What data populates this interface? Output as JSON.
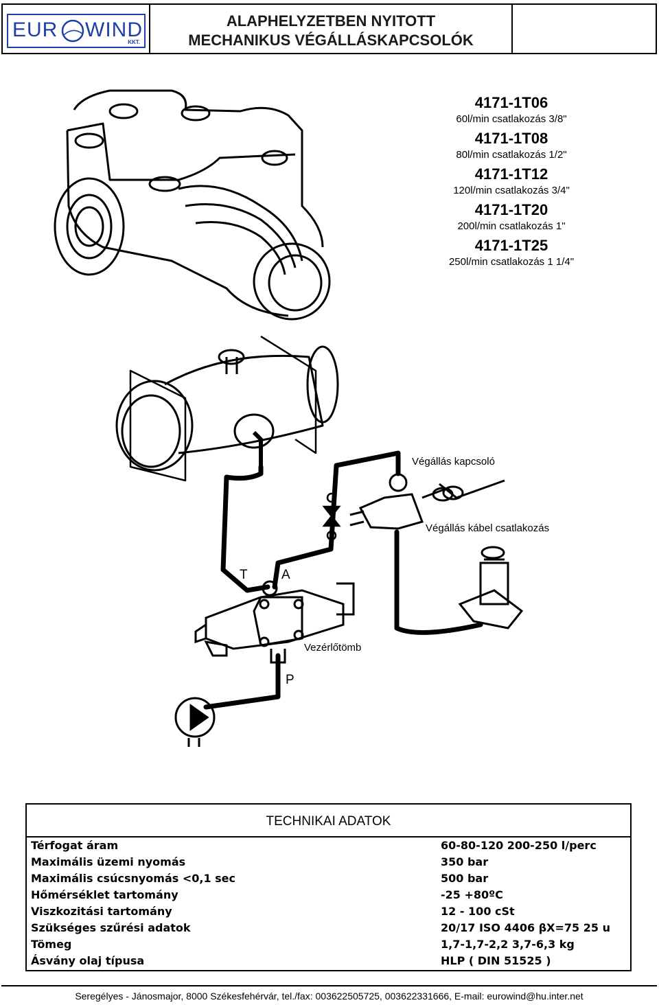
{
  "header": {
    "logo": {
      "left": "EUR",
      "right": "WIND",
      "suffix": "KKT."
    },
    "title_line1": "ALAPHELYZETBEN NYITOTT",
    "title_line2": "MECHANIKUS VÉGÁLLÁSKAPCSOLÓK"
  },
  "models": [
    {
      "code": "4171-1T06",
      "desc": "60l/min csatlakozás 3/8\""
    },
    {
      "code": "4171-1T08",
      "desc": "80l/min csatlakozás 1/2\""
    },
    {
      "code": "4171-1T12",
      "desc": "120l/min csatlakozás 3/4\""
    },
    {
      "code": "4171-1T20",
      "desc": "200l/min csatlakozás 1\""
    },
    {
      "code": "4171-1T25",
      "desc": "250l/min csatlakozás 1 1/4\""
    }
  ],
  "diagram": {
    "label_switch": "Végállás kapcsoló",
    "label_cable": "Végállás kábel csatlakozás",
    "label_t": "T",
    "label_a": "A",
    "label_block": "Vezérlőtömb",
    "label_p": "P"
  },
  "tech": {
    "title": "TECHNIKAI ADATOK",
    "rows": [
      {
        "label": "Térfogat áram",
        "value": "60-80-120  200-250  l/perc"
      },
      {
        "label": "Maximális üzemi nyomás",
        "value": "350 bar"
      },
      {
        "label": "Maximális csúcsnyomás  <0,1 sec",
        "value": "500 bar"
      },
      {
        "label": "Hőmérséklet tartomány",
        "value": "-25  +80ºC"
      },
      {
        "label": "Viszkozitási tartomány",
        "value": "12 - 100 cSt"
      },
      {
        "label": "Szükséges szűrési adatok",
        "value": "20/17   ISO 4406   βX=75  25 u"
      },
      {
        "label": "Tömeg",
        "value": "1,7-1,7-2,2    3,7-6,3 kg"
      },
      {
        "label": "Ásvány olaj típusa",
        "value": "HLP ( DIN 51525 )"
      }
    ]
  },
  "footer": {
    "text": "Seregélyes - Jánosmajor, 8000 Székesfehérvár, tel./fax: 003622505725,  003622331666, E-mail: eurowind@hu.inter.net"
  },
  "colors": {
    "logo": "#1f3fa8",
    "ink": "#000000"
  }
}
